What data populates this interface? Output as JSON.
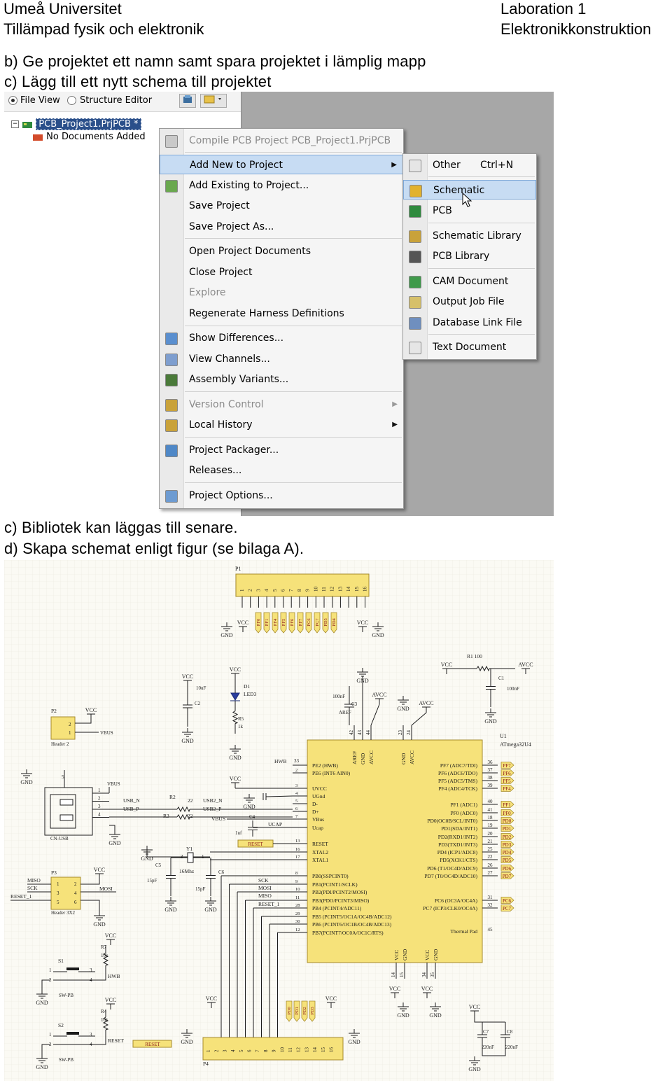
{
  "header": {
    "left_line1": "Umeå Universitet",
    "left_line2": "Tillämpad fysik och elektronik",
    "right_line1": "Laboration 1",
    "right_line2": "Elektronikkonstruktion"
  },
  "body": {
    "item_b": "b) Ge projektet ett namn samt spara projektet i lämplig mapp",
    "item_c": "c) Lägg till ett nytt schema till projektet",
    "item_c2": "c) Bibliotek kan läggas till senare.",
    "item_d": "d) Skapa schemat enligt figur (se bilaga A)."
  },
  "screenshot": {
    "radio_file_view": "File View",
    "radio_structure_editor": "Structure Editor",
    "project_name": "PCB_Project1.PrjPCB *",
    "no_documents": "No Documents Added",
    "context_menu": [
      {
        "label": "Compile PCB Project PCB_Project1.PrjPCB",
        "disabled": true,
        "icon": "compile-icon"
      },
      {
        "label": "Add New to Project",
        "selected": true,
        "submenu": true
      },
      {
        "label": "Add Existing to Project...",
        "icon": "add-existing-icon"
      },
      {
        "label": "Save Project"
      },
      {
        "label": "Save Project As..."
      },
      {
        "label": "Open Project Documents"
      },
      {
        "label": "Close Project"
      },
      {
        "label": "Explore",
        "disabled": true
      },
      {
        "label": "Regenerate Harness Definitions"
      },
      {
        "label": "Show Differences...",
        "icon": "differences-icon"
      },
      {
        "label": "View Channels...",
        "icon": "channels-icon"
      },
      {
        "label": "Assembly Variants...",
        "icon": "variants-icon"
      },
      {
        "label": "Version Control",
        "disabled": true,
        "submenu": true,
        "icon": "lock-icon"
      },
      {
        "label": "Local History",
        "submenu": true,
        "icon": "lock-icon"
      },
      {
        "label": "Project Packager...",
        "icon": "packager-icon"
      },
      {
        "label": "Releases..."
      },
      {
        "label": "Project Options...",
        "icon": "options-icon"
      }
    ],
    "submenu": [
      {
        "label": "Other",
        "shortcut": "Ctrl+N",
        "icon": "document-icon"
      },
      {
        "label": "Schematic",
        "selected": true,
        "icon": "schematic-icon"
      },
      {
        "label": "PCB",
        "icon": "pcb-icon"
      },
      {
        "label": "Schematic Library",
        "icon": "schlib-icon"
      },
      {
        "label": "PCB Library",
        "icon": "pcblib-icon"
      },
      {
        "label": "CAM Document",
        "icon": "cam-icon"
      },
      {
        "label": "Output Job File",
        "icon": "outjob-icon"
      },
      {
        "label": "Database Link File",
        "icon": "dblink-icon"
      },
      {
        "label": "Text Document",
        "icon": "text-doc-icon"
      }
    ]
  },
  "schematic": {
    "u1_ref": "U1",
    "u1_part": "ATmega32U4",
    "p1": "P1",
    "p2": "P2",
    "p2_part": "Header 2",
    "p3": "P3",
    "p3_part": "Header 3X2",
    "p4": "P4",
    "usb_part": "CN-USB",
    "y1": "Y1",
    "y1_val": "16Mhz",
    "d1": "D1",
    "d1_part": "LED3",
    "r1": "R1",
    "r1_val": "100",
    "r2": "R2",
    "r3": "R3",
    "r_usb_val": "22",
    "r4": "R4",
    "r5": "R5",
    "r5_val": "1k",
    "r7": "R7",
    "r_sw_val": "10k",
    "s1": "S1",
    "s2": "S2",
    "sw_part": "SW-PB",
    "c1": "C1",
    "c1_val": "100nF",
    "c2": "C2",
    "c2_val": "10uF",
    "c3": "C3",
    "c3_val": "100nF",
    "c4": "C4",
    "c4_val": "1uf",
    "c5": "C5",
    "c6": "C6",
    "c_xtal_val": "15pF",
    "c7": "C7",
    "c8": "C8",
    "c78_val": "220nF",
    "net_vcc": "VCC",
    "net_gnd": "GND",
    "net_avcc": "AVCC",
    "net_vbus": "VBUS",
    "net_hwb": "HWB",
    "net_reset": "RESET",
    "net_ucap": "UCAP",
    "net_aref": "AREF",
    "net_miso": "MISO",
    "net_mosi": "MOSI",
    "net_sck": "SCK",
    "net_reset1": "RESET_1",
    "net_usbn": "USB_N",
    "net_usbp": "USB_P",
    "net_usb2n": "USB2_N",
    "net_usb2p": "USB2_P",
    "thermal_pad": "Thermal Pad",
    "u1_left_pins": [
      "PE2 (HWB)",
      "PE6 (INT6 AIN0)",
      "UVCC",
      "UGnd",
      "D-",
      "D+",
      "VBus",
      "Ucap",
      "RESET",
      "XTAL2",
      "XTAL1",
      "PB0(SSPCINT0)",
      "PB1(PCINT1/SCLK)",
      "PB2(PDI/PCINT2/MOSI)",
      "PB3(PDO/PCINT3/MISO)",
      "PB4 (PCINT4/ADC11)",
      "PB5 (PCINT5/OC1A/OC4B/ADC12)",
      "PB6 (PCINT6/OC1B/OC4B/ADC13)",
      "PB7(PCINT7/OC0A/OC1C/RTS)"
    ],
    "u1_right_pins": [
      "PF7 (ADC7/TDI)",
      "PF6 (ADC6/TDO)",
      "PF5 (ADC5/TMS)",
      "PF4 (ADC4/TCK)",
      "PF1 (ADC1)",
      "PF0 (ADC0)",
      "PD0(OC0B/SCL/INT0)",
      "PD1(SDA/INT1)",
      "PD2(RXD1/INT2)",
      "PD3(TXD1/INT3)",
      "PD4 (ICP1/ADC8)",
      "PD5(XCK1/CTS)",
      "PD6 (T1/OC4D/ADC9)",
      "PD7 (T0/OC4D/ADC10)",
      "PC6 (OC3A/OC4A)",
      "PC7 (ICP3/CLK0/OC4A)"
    ],
    "u1_right_nums": [
      "36",
      "37",
      "38",
      "39",
      "40",
      "41",
      "18",
      "19",
      "20",
      "21",
      "25",
      "22",
      "26",
      "27",
      "31",
      "32"
    ],
    "right_tags": [
      "PF7",
      "PF6",
      "PF5",
      "PF4",
      "PF1",
      "PF0",
      "PD0",
      "PD1",
      "PD2",
      "PD3",
      "PD4",
      "PD5",
      "PD6",
      "PD7",
      "PC6",
      "PC7"
    ],
    "top_pins": [
      "AREF",
      "GND",
      "AVCC",
      "GND",
      "AVCC"
    ],
    "top_pin_nums": [
      "42",
      "43",
      "44",
      "23",
      "24"
    ],
    "p1_tags": [
      "PF0",
      "PF1",
      "PF4",
      "PF5",
      "PF6",
      "PF7",
      "PC6",
      "PC7",
      "PD5",
      "PD4"
    ],
    "p1_pins": [
      "1",
      "2",
      "3",
      "4",
      "5",
      "6",
      "7",
      "8",
      "9",
      "10",
      "11",
      "12",
      "13",
      "14",
      "15",
      "16"
    ],
    "p4_tags": [
      "PD0",
      "PD1",
      "PD2",
      "PD3"
    ],
    "bottom_u1": [
      "VCC",
      "GND",
      "VCC",
      "GND"
    ],
    "bottom_u1_nums": [
      "14",
      "15",
      "34",
      "35"
    ],
    "pin45": "45",
    "p3_pins": [
      "1",
      "2",
      "3",
      "4",
      "5",
      "6"
    ],
    "sw_pins": [
      "1",
      "2",
      "3",
      "4"
    ],
    "hwb_num": "33",
    "nums_small": [
      "2",
      "3",
      "4",
      "5",
      "6",
      "7",
      "13",
      "16",
      "17",
      "8",
      "9",
      "10",
      "11",
      "28",
      "29",
      "30",
      "12"
    ]
  }
}
